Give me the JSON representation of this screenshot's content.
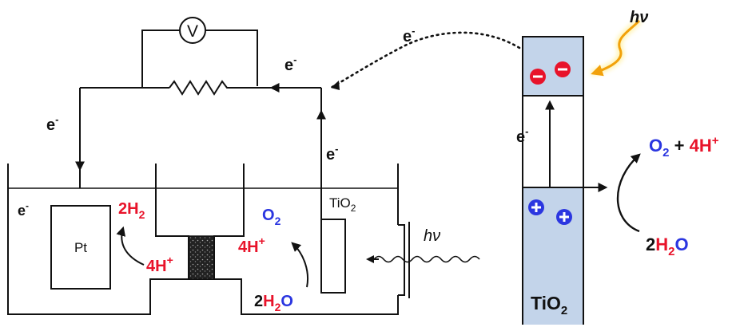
{
  "colors": {
    "red": "#e8132a",
    "blue": "#2b36e0",
    "black": "#111111",
    "orange": "#f2a10a",
    "band_fill": "#c3d4ea"
  },
  "icons": {
    "voltmeter": "voltmeter-icon",
    "resistor": "resistor-icon",
    "electron": "electron-minus-icon",
    "hole": "hole-plus-icon",
    "light_wave": "photon-wave-icon",
    "membrane": "porous-membrane-icon"
  },
  "circuit": {
    "voltmeter_label": "V",
    "e_top_right": "e",
    "e_left": "e",
    "e_right": "e",
    "e_cell": "e",
    "superscript_minus": "-"
  },
  "cell": {
    "pt_label": "Pt",
    "tio2_label_main": "TiO",
    "tio2_label_sub": "2",
    "hv_label": "hν",
    "cathode": {
      "h2_coeff": "2H",
      "h2_sub": "2",
      "h_plus": "4H",
      "plus": "+"
    },
    "anode": {
      "o2_main": "O",
      "o2_sub": "2",
      "h_plus": "4H",
      "plus": "+",
      "water_coeff": "2",
      "water_h": "H",
      "water_h_sub": "2",
      "water_o": "O"
    }
  },
  "band": {
    "e_label": "e",
    "e_transfer": "e",
    "superscript_minus": "-",
    "hv_label": "hν",
    "tio2_main": "TiO",
    "tio2_sub": "2",
    "product_o2": "O",
    "product_o2_sub": "2",
    "product_plus": "+",
    "product_h": "4H",
    "product_h_sup": "+",
    "water_coeff": "2",
    "water_h": "H",
    "water_h_sub": "2",
    "water_o": "O"
  }
}
